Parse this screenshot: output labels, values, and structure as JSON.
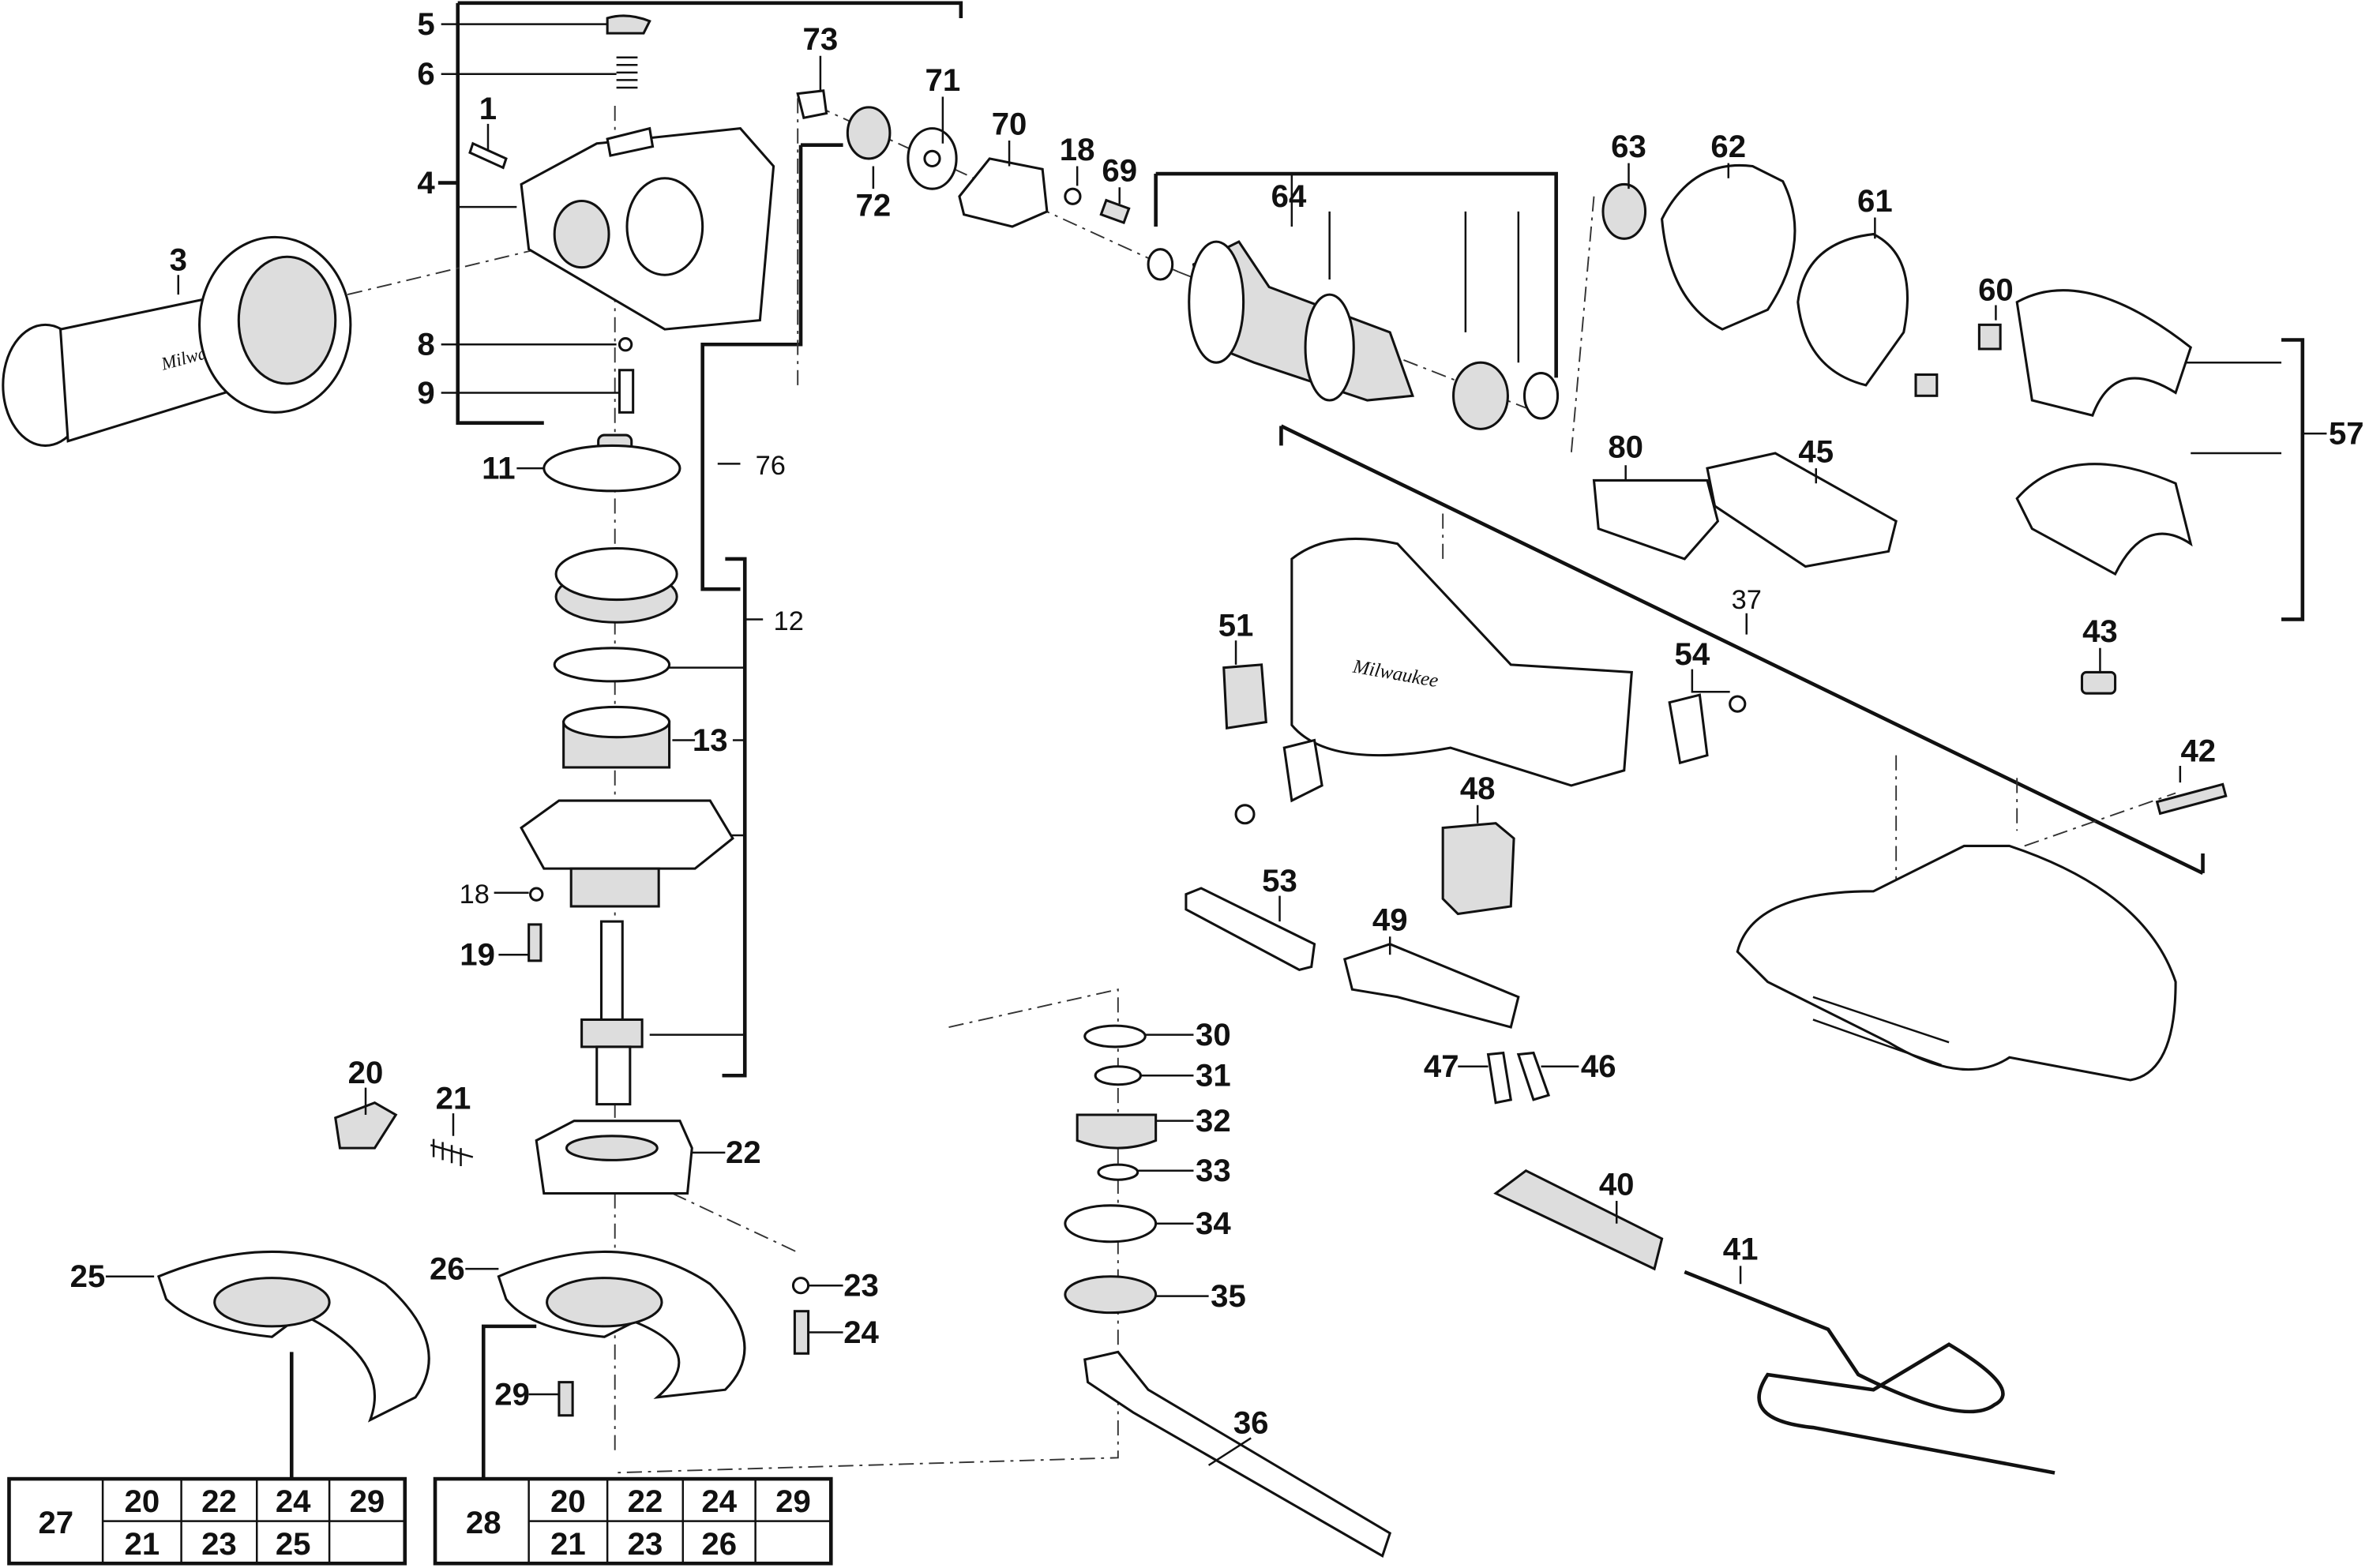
{
  "diagram": {
    "type": "exploded parts diagram",
    "brand_on_parts": "Milwaukee"
  },
  "callouts": {
    "c5": "5",
    "c6": "6",
    "c1": "1",
    "c4": "4",
    "c3": "3",
    "c73": "73",
    "c71": "71",
    "c70": "70",
    "c18a": "18",
    "c69": "69",
    "c72": "72",
    "c64": "64",
    "c63": "63",
    "c62": "62",
    "c61": "61",
    "c60": "60",
    "c57": "57",
    "c8": "8",
    "c9": "9",
    "c76": "76",
    "c11": "11",
    "c12": "12",
    "c13": "13",
    "c18b": "18",
    "c19": "19",
    "c80": "80",
    "c45": "45",
    "c37": "37",
    "c43": "43",
    "c51": "51",
    "c54": "54",
    "c42": "42",
    "c48": "48",
    "c53": "53",
    "c49": "49",
    "c30": "30",
    "c31": "31",
    "c32": "32",
    "c33": "33",
    "c34": "34",
    "c35": "35",
    "c36": "36",
    "c20": "20",
    "c21": "21",
    "c22": "22",
    "c25": "25",
    "c26": "26",
    "c23": "23",
    "c24": "24",
    "c29": "29",
    "c47": "47",
    "c46": "46",
    "c40": "40",
    "c41": "41"
  },
  "kit_tables": [
    {
      "kit": "27",
      "parts": [
        "20",
        "22",
        "24",
        "29",
        "21",
        "23",
        "25",
        ""
      ]
    },
    {
      "kit": "28",
      "parts": [
        "20",
        "22",
        "24",
        "29",
        "21",
        "23",
        "26",
        ""
      ]
    }
  ]
}
